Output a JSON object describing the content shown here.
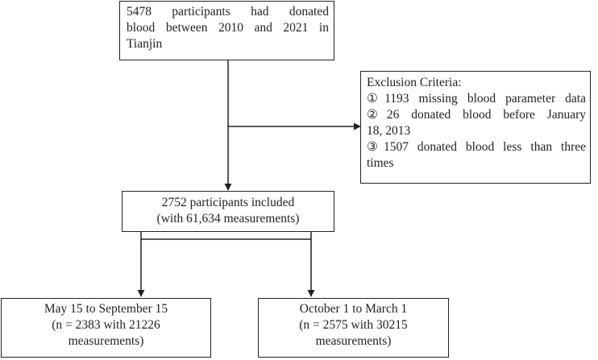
{
  "start": {
    "lines": [
      "5478 participants had donated",
      "blood between 2010 and 2021 in",
      "Tianjin"
    ]
  },
  "exclusion": {
    "title": "Exclusion Criteria:",
    "items": [
      {
        "lines": [
          "①1193 missing blood parameter data"
        ]
      },
      {
        "lines": [
          "②26 donated blood before January",
          "18, 2013"
        ]
      },
      {
        "lines": [
          "③1507 donated blood less than three",
          "times"
        ]
      }
    ]
  },
  "included": {
    "lines": [
      "2752 participants included",
      "(with 61,634 measurements)"
    ]
  },
  "summer": {
    "lines": [
      "May 15 to September 15",
      "(n = 2383 with 21226",
      "measurements)"
    ]
  },
  "winter": {
    "lines": [
      "October 1 to March 1",
      "(n = 2575 with 30215",
      "measurements)"
    ]
  }
}
